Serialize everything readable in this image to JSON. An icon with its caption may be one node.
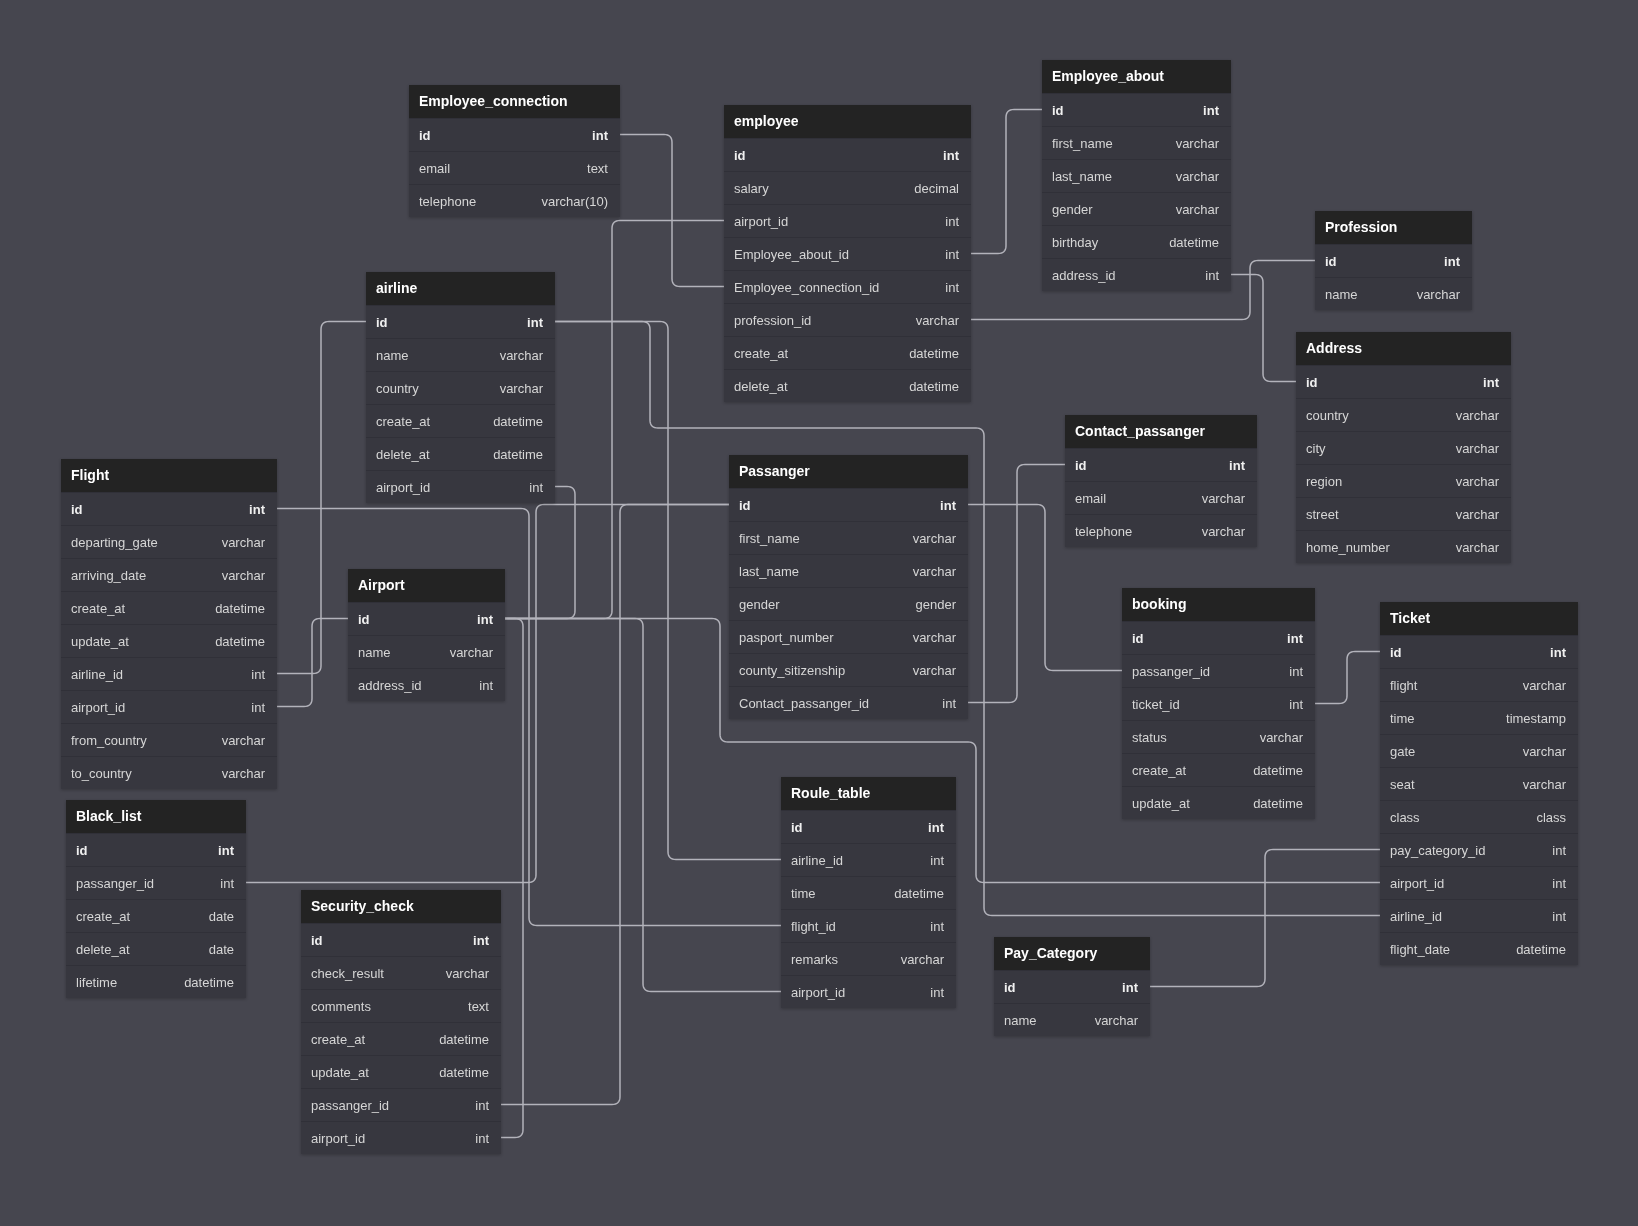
{
  "diagram": {
    "nodes": [
      {
        "text": [
          "Employee_connection"
        ]
      },
      {
        "text": [
          "id",
          "int"
        ],
        "in": 0
      },
      {
        "text": [
          "email",
          "text"
        ],
        "in": 0
      },
      {
        "text": [
          "telephone",
          "varchar(10)"
        ],
        "in": 0
      },
      {
        "text": [
          "employee"
        ]
      },
      {
        "text": [
          "id",
          "int"
        ],
        "in": 4
      },
      {
        "text": [
          "salary",
          "decimal"
        ],
        "in": 4
      },
      {
        "text": [
          "airport_id",
          "int"
        ],
        "in": 4
      },
      {
        "text": [
          "Employee_about_id",
          "int"
        ],
        "in": 4
      },
      {
        "text": [
          "Employee_connection_id",
          "int"
        ],
        "in": 4
      },
      {
        "text": [
          "profession_id",
          "varchar"
        ],
        "in": 4
      },
      {
        "text": [
          "create_at",
          "datetime"
        ],
        "in": 4
      },
      {
        "text": [
          "delete_at",
          "datetime"
        ],
        "in": 4
      },
      {
        "text": [
          "Employee_about"
        ]
      },
      {
        "text": [
          "id",
          "int"
        ],
        "in": 13
      },
      {
        "text": [
          "first_name",
          "varchar"
        ],
        "in": 13
      },
      {
        "text": [
          "last_name",
          "varchar"
        ],
        "in": 13
      },
      {
        "text": [
          "gender",
          "varchar"
        ],
        "in": 13
      },
      {
        "text": [
          "birthday",
          "datetime"
        ],
        "in": 13
      },
      {
        "text": [
          "address_id",
          "int"
        ],
        "in": 13
      },
      {
        "text": [
          "Profession"
        ]
      },
      {
        "text": [
          "id",
          "int"
        ],
        "in": 20
      },
      {
        "text": [
          "name",
          "varchar"
        ],
        "in": 20
      },
      {
        "text": [
          "airline"
        ]
      },
      {
        "text": [
          "id",
          "int"
        ],
        "in": 23
      },
      {
        "text": [
          "name",
          "varchar"
        ],
        "in": 23
      },
      {
        "text": [
          "country",
          "varchar"
        ],
        "in": 23
      },
      {
        "text": [
          "create_at",
          "datetime"
        ],
        "in": 23
      },
      {
        "text": [
          "delete_at",
          "datetime"
        ],
        "in": 23
      },
      {
        "text": [
          "airport_id",
          "int"
        ],
        "in": 23
      },
      {
        "text": [
          "Address"
        ]
      },
      {
        "text": [
          "id",
          "int"
        ],
        "in": 30
      },
      {
        "text": [
          "country",
          "varchar"
        ],
        "in": 30
      },
      {
        "text": [
          "city",
          "varchar"
        ],
        "in": 30
      },
      {
        "text": [
          "region",
          "varchar"
        ],
        "in": 30
      },
      {
        "text": [
          "street",
          "varchar"
        ],
        "in": 30
      },
      {
        "text": [
          "home_number",
          "varchar"
        ],
        "in": 30
      },
      {
        "text": [
          "Contact_passanger"
        ]
      },
      {
        "text": [
          "id",
          "int"
        ],
        "in": 37
      },
      {
        "text": [
          "email",
          "varchar"
        ],
        "in": 37
      },
      {
        "text": [
          "telephone",
          "varchar"
        ],
        "in": 37
      },
      {
        "text": [
          "Flight"
        ]
      },
      {
        "text": [
          "id",
          "int"
        ],
        "in": 41
      },
      {
        "text": [
          "departing_gate",
          "varchar"
        ],
        "in": 41
      },
      {
        "text": [
          "arriving_date",
          "varchar"
        ],
        "in": 41
      },
      {
        "text": [
          "create_at",
          "datetime"
        ],
        "in": 41
      },
      {
        "text": [
          "update_at",
          "datetime"
        ],
        "in": 41
      },
      {
        "text": [
          "airline_id",
          "int"
        ],
        "in": 41
      },
      {
        "text": [
          "airport_id",
          "int"
        ],
        "in": 41
      },
      {
        "text": [
          "from_country",
          "varchar"
        ],
        "in": 41
      },
      {
        "text": [
          "to_country",
          "varchar"
        ],
        "in": 41
      },
      {
        "text": [
          "Passanger"
        ]
      },
      {
        "text": [
          "id",
          "int"
        ],
        "in": 51
      },
      {
        "text": [
          "first_name",
          "varchar"
        ],
        "in": 51
      },
      {
        "text": [
          "last_name",
          "varchar"
        ],
        "in": 51
      },
      {
        "text": [
          "gender",
          "gender"
        ],
        "in": 51
      },
      {
        "text": [
          "pasport_number",
          "varchar"
        ],
        "in": 51
      },
      {
        "text": [
          "county_sitizenship",
          "varchar"
        ],
        "in": 51
      },
      {
        "text": [
          "Contact_passanger_id",
          "int"
        ],
        "in": 51
      },
      {
        "text": [
          "Airport"
        ]
      },
      {
        "text": [
          "id",
          "int"
        ],
        "in": 59
      },
      {
        "text": [
          "name",
          "varchar"
        ],
        "in": 59
      },
      {
        "text": [
          "address_id",
          "int"
        ],
        "in": 59
      },
      {
        "text": [
          "booking"
        ]
      },
      {
        "text": [
          "id",
          "int"
        ],
        "in": 63
      },
      {
        "text": [
          "passanger_id",
          "int"
        ],
        "in": 63
      },
      {
        "text": [
          "ticket_id",
          "int"
        ],
        "in": 63
      },
      {
        "text": [
          "status",
          "varchar"
        ],
        "in": 63
      },
      {
        "text": [
          "create_at",
          "datetime"
        ],
        "in": 63
      },
      {
        "text": [
          "update_at",
          "datetime"
        ],
        "in": 63
      },
      {
        "text": [
          "Ticket"
        ]
      },
      {
        "text": [
          "id",
          "int"
        ],
        "in": 70
      },
      {
        "text": [
          "flight",
          "varchar"
        ],
        "in": 70
      },
      {
        "text": [
          "time",
          "timestamp"
        ],
        "in": 70
      },
      {
        "text": [
          "gate",
          "varchar"
        ],
        "in": 70
      },
      {
        "text": [
          "seat",
          "varchar"
        ],
        "in": 70
      },
      {
        "text": [
          "class",
          "class"
        ],
        "in": 70
      },
      {
        "text": [
          "pay_category_id",
          "int"
        ],
        "in": 70
      },
      {
        "text": [
          "airport_id",
          "int"
        ],
        "in": 70
      },
      {
        "text": [
          "airline_id",
          "int"
        ],
        "in": 70
      },
      {
        "text": [
          "flight_date",
          "datetime"
        ],
        "in": 70
      },
      {
        "text": [
          "Roule_table"
        ]
      },
      {
        "text": [
          "id",
          "int"
        ],
        "in": 81
      },
      {
        "text": [
          "airline_id",
          "int"
        ],
        "in": 81
      },
      {
        "text": [
          "time",
          "datetime"
        ],
        "in": 81
      },
      {
        "text": [
          "flight_id",
          "int"
        ],
        "in": 81
      },
      {
        "text": [
          "remarks",
          "varchar"
        ],
        "in": 81
      },
      {
        "text": [
          "airport_id",
          "int"
        ],
        "in": 81
      },
      {
        "text": [
          "Black_list"
        ]
      },
      {
        "text": [
          "id",
          "int"
        ],
        "in": 88
      },
      {
        "text": [
          "passanger_id",
          "int"
        ],
        "in": 88
      },
      {
        "text": [
          "create_at",
          "date"
        ],
        "in": 88
      },
      {
        "text": [
          "delete_at",
          "date"
        ],
        "in": 88
      },
      {
        "text": [
          "lifetime",
          "datetime"
        ],
        "in": 88
      },
      {
        "text": [
          "Security_check"
        ]
      },
      {
        "text": [
          "id",
          "int"
        ],
        "in": 94
      },
      {
        "text": [
          "check_result",
          "varchar"
        ],
        "in": 94
      },
      {
        "text": [
          "comments",
          "text"
        ],
        "in": 94
      },
      {
        "text": [
          "create_at",
          "datetime"
        ],
        "in": 94
      },
      {
        "text": [
          "update_at",
          "datetime"
        ],
        "in": 94
      },
      {
        "text": [
          "passanger_id",
          "int"
        ],
        "in": 94
      },
      {
        "text": [
          "airport_id",
          "int"
        ],
        "in": 94
      },
      {
        "text": [
          "Pay_Category"
        ]
      },
      {
        "text": [
          "id",
          "int"
        ],
        "in": 102
      },
      {
        "text": [
          "name",
          "varchar"
        ],
        "in": 102
      }
    ],
    "edges": [
      {
        "from": 9,
        "to": 1,
        "arrow": "none"
      },
      {
        "from": 8,
        "to": 14,
        "arrow": "none"
      },
      {
        "from": 10,
        "to": 21,
        "arrow": "none"
      },
      {
        "from": 19,
        "to": 31,
        "arrow": "none"
      },
      {
        "from": 7,
        "to": 60,
        "arrow": "none"
      },
      {
        "from": 47,
        "to": 24,
        "arrow": "none"
      },
      {
        "from": 48,
        "to": 60,
        "arrow": "none"
      },
      {
        "from": 29,
        "to": 60,
        "arrow": "none"
      },
      {
        "from": 83,
        "to": 24,
        "arrow": "none"
      },
      {
        "from": 79,
        "to": 24,
        "arrow": "none"
      },
      {
        "from": 85,
        "to": 42,
        "arrow": "none"
      },
      {
        "from": 87,
        "to": 60,
        "arrow": "none"
      },
      {
        "from": 101,
        "to": 60,
        "arrow": "none"
      },
      {
        "from": 78,
        "to": 60,
        "arrow": "none"
      },
      {
        "from": 77,
        "to": 103,
        "arrow": "none"
      },
      {
        "from": 66,
        "to": 71,
        "arrow": "none"
      },
      {
        "from": 65,
        "to": 52,
        "arrow": "none"
      },
      {
        "from": 58,
        "to": 38,
        "arrow": "none"
      },
      {
        "from": 90,
        "to": 52,
        "arrow": "none"
      },
      {
        "from": 100,
        "to": 52,
        "arrow": "none"
      }
    ]
  }
}
